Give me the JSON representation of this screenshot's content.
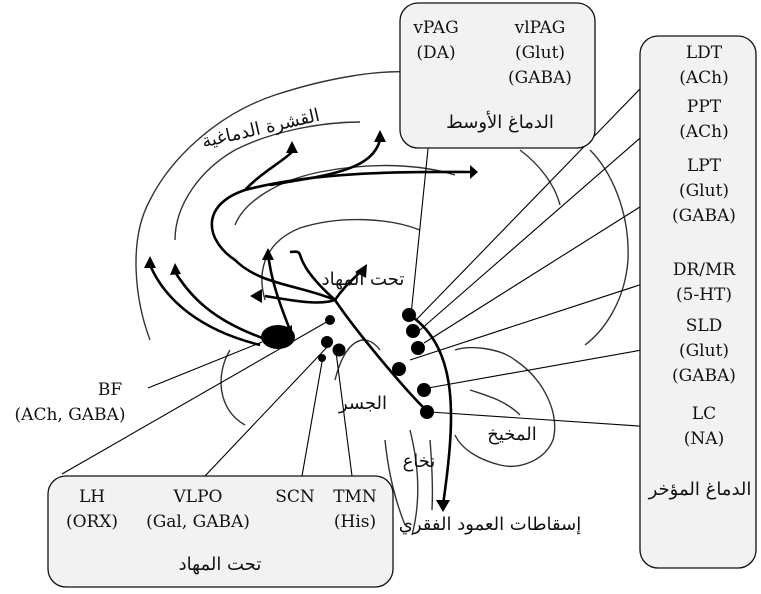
{
  "midbrain_box": {
    "title": "الدماغ الأوسط",
    "vpag": {
      "name": "vPAG",
      "nt": "(DA)"
    },
    "vlpag": {
      "name": "vlPAG",
      "nt1": "(Glut)",
      "nt2": "(GABA)"
    }
  },
  "hindbrain_box": {
    "title": "الدماغ المؤخر",
    "ldt": {
      "name": "LDT",
      "nt": "(ACh)"
    },
    "ppt": {
      "name": "PPT",
      "nt": "(ACh)"
    },
    "lpt": {
      "name": "LPT",
      "nt1": "(Glut)",
      "nt2": "(GABA)"
    },
    "dr": {
      "name": "DR/MR",
      "nt": "(5-HT)"
    },
    "sld": {
      "name": "SLD",
      "nt1": "(Glut)",
      "nt2": "(GABA)"
    },
    "lc": {
      "name": "LC",
      "nt": "(NA)"
    }
  },
  "hypothalamus_box": {
    "title": "تحت المهاد",
    "lh": {
      "name": "LH",
      "nt": "(ORX)"
    },
    "vlpo": {
      "name": "VLPO",
      "nt": "(Gal, GABA)"
    },
    "scn": {
      "name": "SCN"
    },
    "tmn": {
      "name": "TMN",
      "nt": "(His)"
    }
  },
  "bf": {
    "name": "BF",
    "nt": "(ACh, GABA)"
  },
  "regions": {
    "cortex": "القشرة الدماغية",
    "hypothalamus": "تحت المهاد",
    "pons": "الجسر",
    "cerebellum": "المخيخ",
    "medulla": "نخاع",
    "spinal": "إسقاطات العمود الفقري"
  }
}
